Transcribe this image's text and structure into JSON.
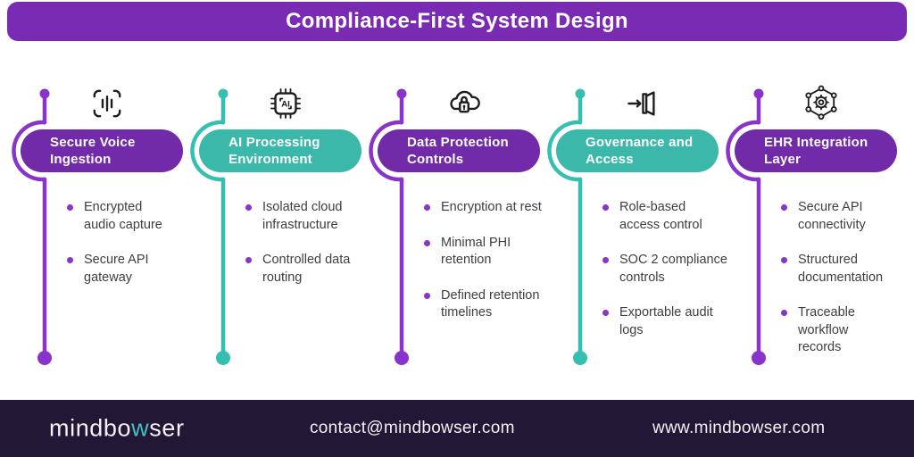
{
  "header": {
    "title": "Compliance-First System Design"
  },
  "columns": [
    {
      "icon": "voice-scan-icon",
      "accent": "purple",
      "title": "Secure Voice\nIngestion",
      "bullets": [
        "Encrypted\naudio capture",
        "Secure API\ngateway"
      ]
    },
    {
      "icon": "ai-chip-icon",
      "accent": "teal",
      "title": "AI Processing\nEnvironment",
      "bullets": [
        "Isolated cloud\ninfrastructure",
        "Controlled data\nrouting"
      ]
    },
    {
      "icon": "cloud-lock-icon",
      "accent": "purple",
      "title": "Data Protection\nControls",
      "bullets": [
        "Encryption at rest",
        "Minimal PHI\nretention",
        "Defined retention\ntimelines"
      ]
    },
    {
      "icon": "door-enter-icon",
      "accent": "teal",
      "title": "Governance and\nAccess",
      "bullets": [
        "Role-based\naccess control",
        "SOC 2 compliance\ncontrols",
        "Exportable audit\nlogs"
      ]
    },
    {
      "icon": "gear-network-icon",
      "accent": "purple",
      "title": "EHR Integration\nLayer",
      "bullets": [
        "Secure API\nconnectivity",
        "Structured\ndocumentation",
        "Traceable\nworkflow\nrecords"
      ]
    }
  ],
  "footer": {
    "logo_prefix": "mindbo",
    "logo_w": "w",
    "logo_suffix": "ser",
    "contact": "contact@mindbowser.com",
    "website": "www.mindbowser.com"
  },
  "colors": {
    "header_purple": "#7a2bb3",
    "pill_purple": "#712aa8",
    "accent_purple": "#8a33cc",
    "pill_teal": "#3cb8ab",
    "accent_teal": "#35bfb1",
    "footer_bg": "#221735",
    "logo_teal": "#45bec4",
    "text_dark": "#3e3d45"
  }
}
